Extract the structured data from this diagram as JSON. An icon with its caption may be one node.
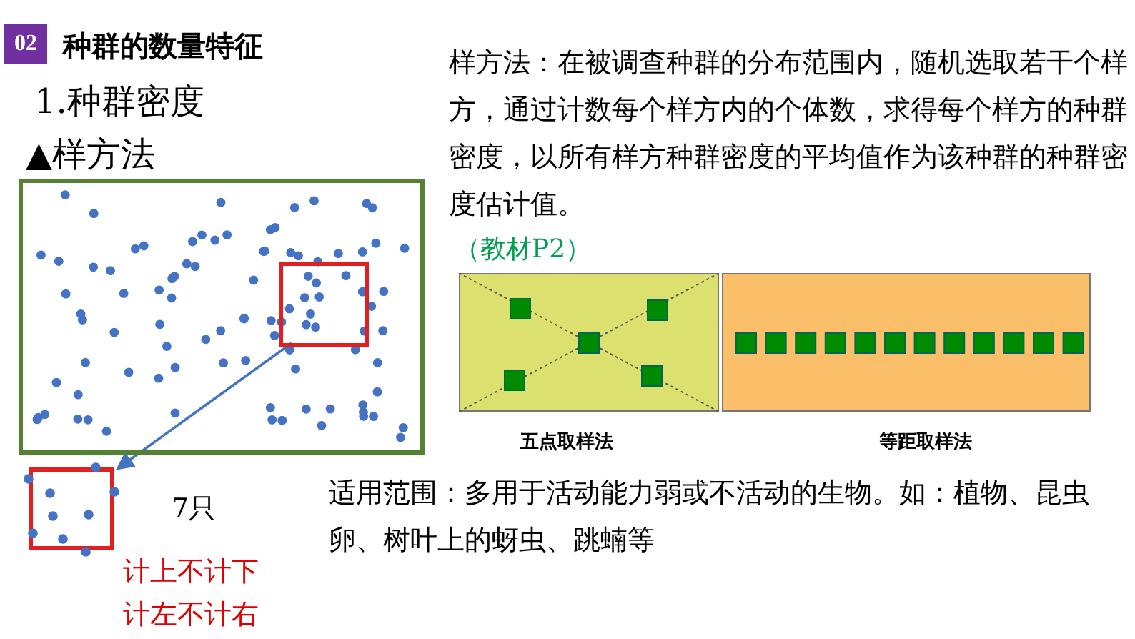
{
  "diagram": {
    "title": "种群的数量特征",
    "nodes": [
      {
        "text": [],
        "shape": "box"
      },
      {
        "text": [],
        "shape": "box",
        "in": 0
      },
      {
        "text": [],
        "shape": "box"
      }
    ],
    "edges": [
      {
        "from": 1,
        "to": 2,
        "arrow": "to"
      }
    ],
    "labels": [
      "02",
      "1.种群密度",
      "▲样方法",
      "样方法：在被调查种群的分布范围内，随机选取若干个样方，通过计数每个样方内的个体数，求得每个样方的种群密度，以所有样方种群密度的平均值作为该种群的种群密度估计值。",
      "（教材P2）",
      "五点取样法",
      "等距取样法",
      "适用范围：多用于活动能力弱或不活动的生物。如：植物、昆虫卵、树叶上的蚜虫、跳蝻等",
      "7只",
      "计上不计下",
      "计左不计右"
    ]
  }
}
